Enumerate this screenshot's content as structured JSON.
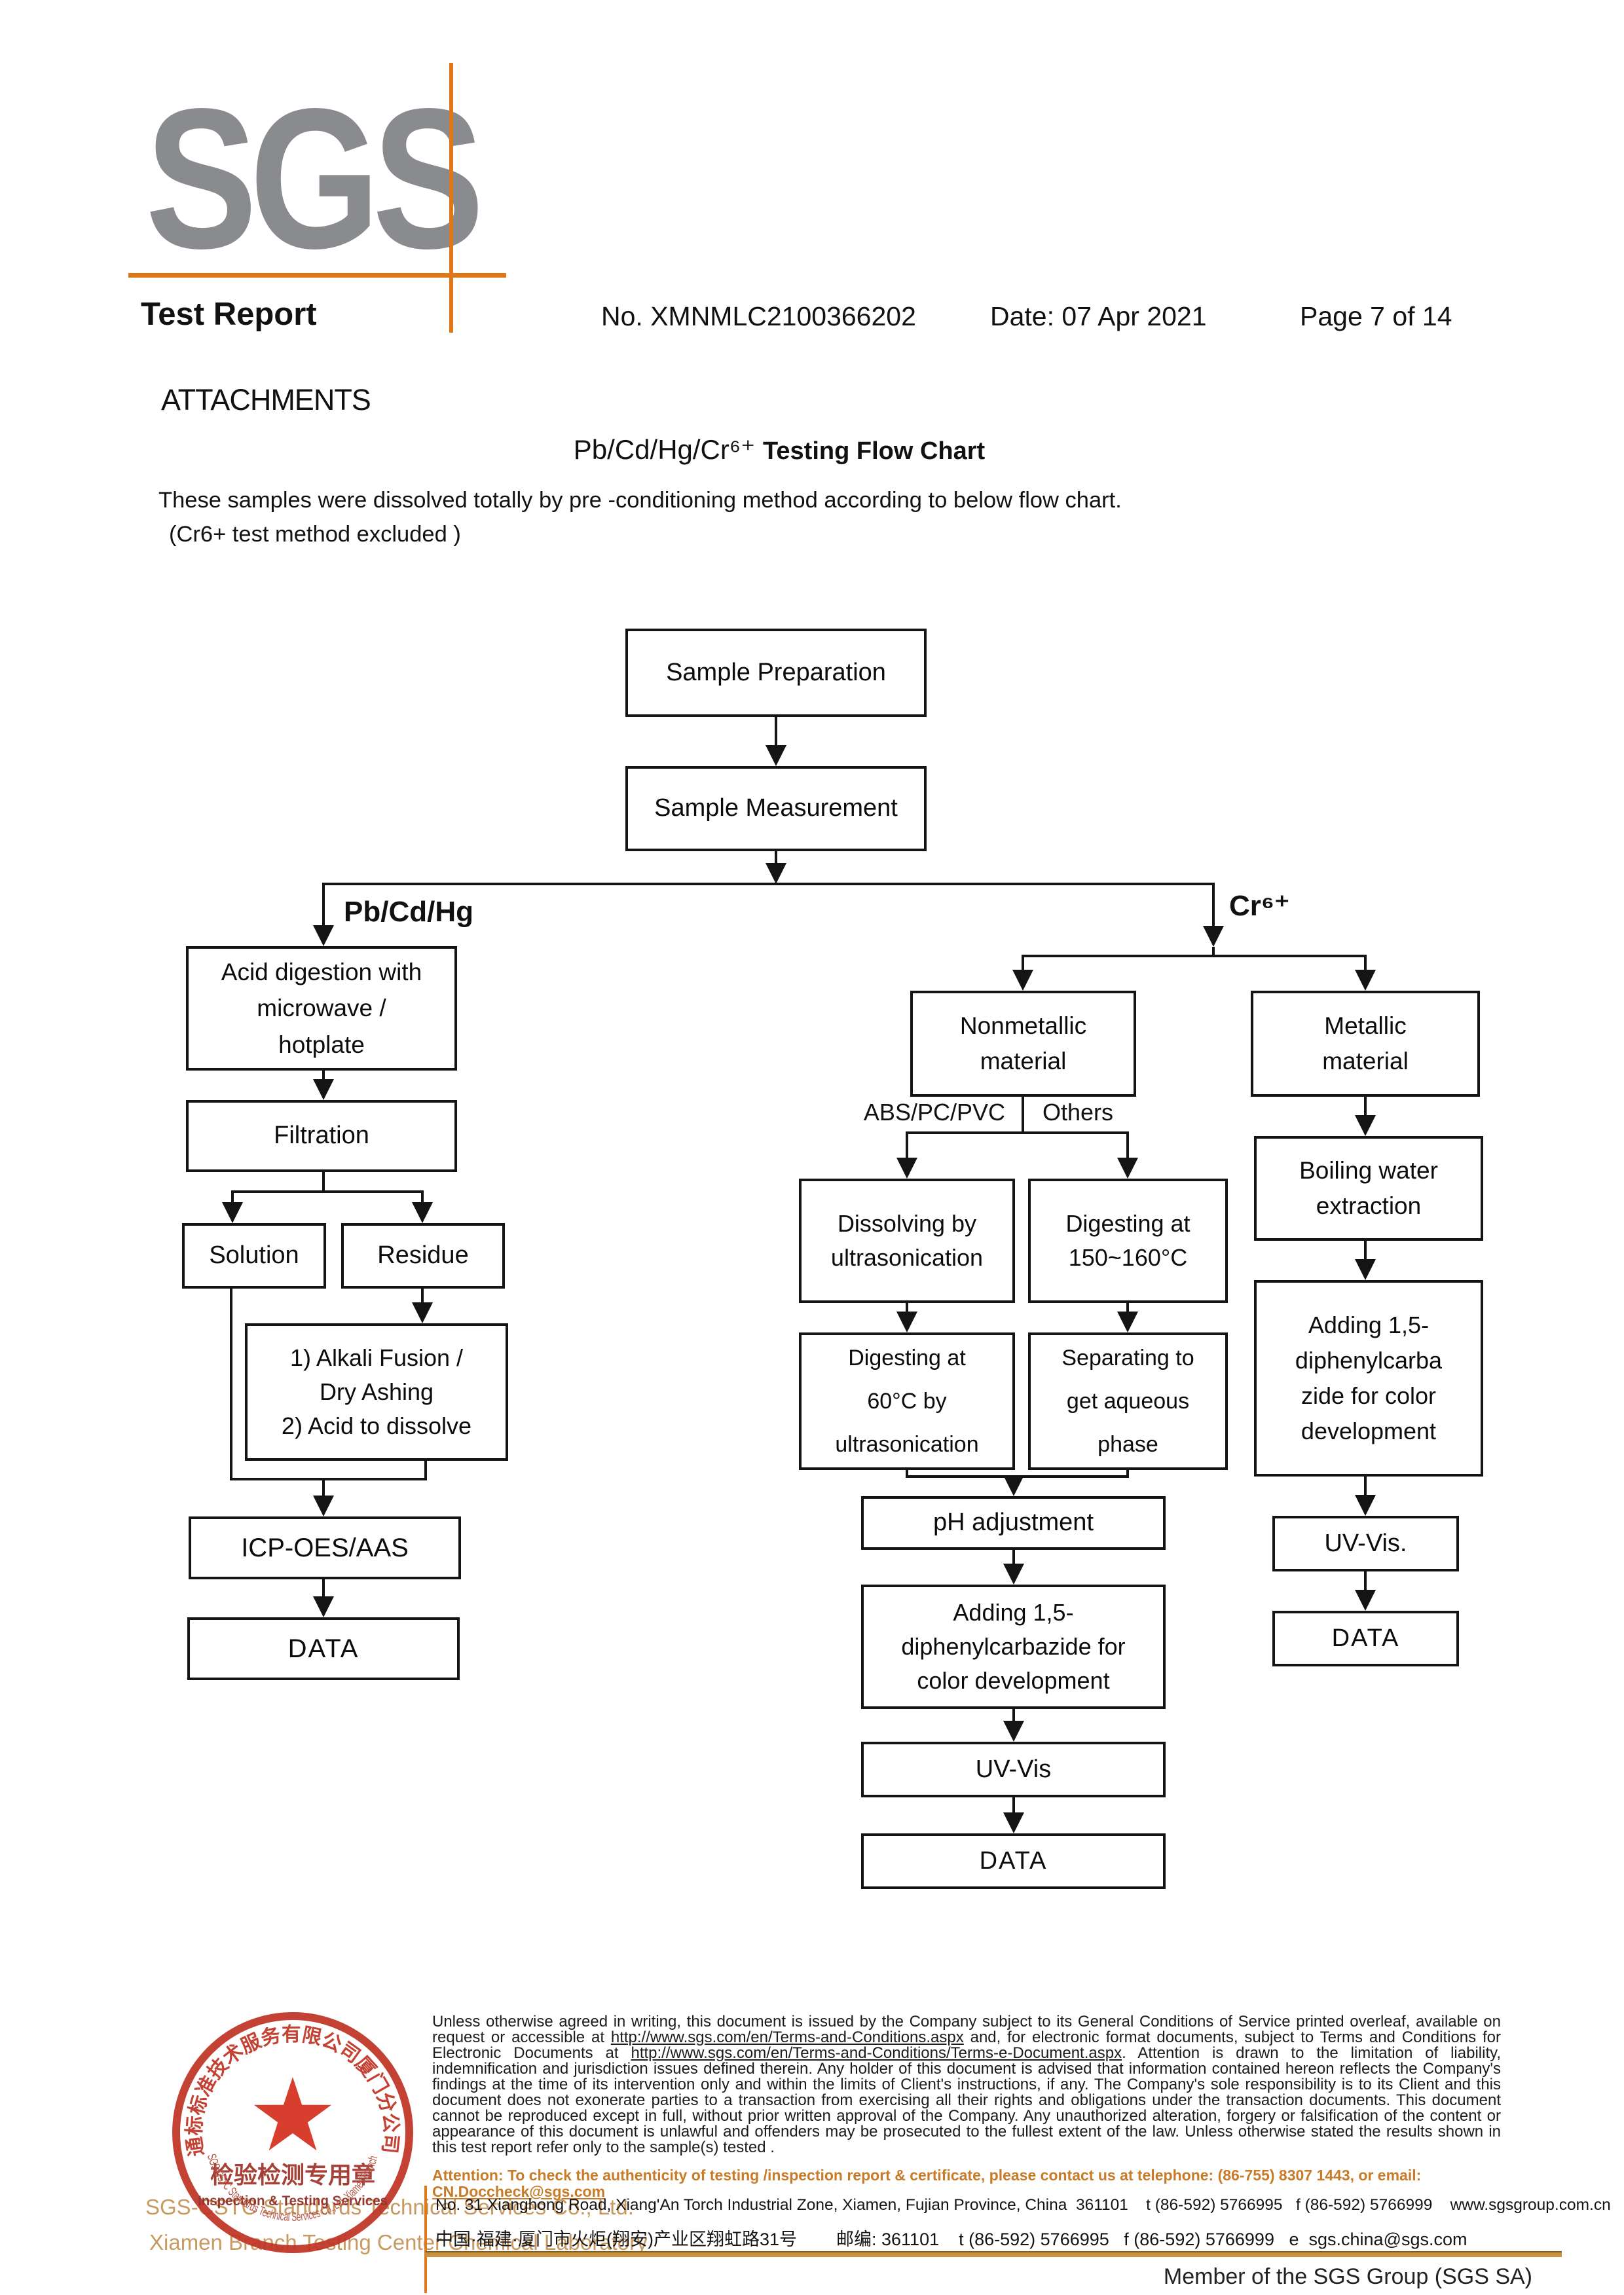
{
  "header": {
    "logo_text": "SGS",
    "doc_type": "Test Report",
    "report_no": "No. XMNMLC2100366202",
    "date": "Date: 07 Apr 2021",
    "page_info": "Page 7 of 14",
    "accent_orange": "#e07818",
    "logo_gray": "#8a8b8e"
  },
  "attachments": {
    "section_title": "ATTACHMENTS",
    "chart_title_main": "Pb/Cd/Hg/Cr⁶⁺",
    "chart_title_bold": "Testing Flow Chart",
    "intro_line1": "These samples were dissolved totally by pre -conditioning method according to below flow chart.",
    "intro_line2": "(Cr6+ test method excluded )"
  },
  "flowchart": {
    "branch_left_label": "Pb/Cd/Hg",
    "branch_right_label": "Cr⁶⁺",
    "sub_label_left": "ABS/PC/PVC",
    "sub_label_right": "Others",
    "nodes": {
      "sample_prep": "Sample Preparation",
      "sample_meas": "Sample Measurement",
      "acid_digestion": "Acid digestion with\nmicrowave /\nhotplate",
      "filtration": "Filtration",
      "solution": "Solution",
      "residue": "Residue",
      "alkali": "1) Alkali Fusion /\nDry Ashing\n2) Acid to dissolve",
      "icp": "ICP-OES/AAS",
      "data_left": "DATA",
      "nonmetallic": "Nonmetallic\nmaterial",
      "metallic": "Metallic\nmaterial",
      "dissolving": "Dissolving by\nultrasonication",
      "digesting150": "Digesting at\n150~160°C",
      "digesting60": "Digesting at\n60°C by\nultrasonication",
      "separating": "Separating to\nget aqueous\nphase",
      "ph": "pH adjustment",
      "adding_mid": "Adding 1,5-\ndiphenylcarbazide for\ncolor development",
      "uvvis_mid": "UV-Vis",
      "data_mid": "DATA",
      "boiling": "Boiling water\nextraction",
      "adding_right": "Adding 1,5-\ndiphenylcarba\nzide for color\ndevelopment",
      "uvvis_right": "UV-Vis.",
      "data_right": "DATA"
    }
  },
  "stamp": {
    "ring_cn": "通标标准技术服务有限公司厦门分公司",
    "center_cn": "检验检测专用章",
    "center_en": "Inspection & Testing Services",
    "arc_en": "SGS-CSTC Standards Technical Services Co.,Ltd. Xiamen Branch",
    "company_en_1": "SGS-CSTC Standards Technical Services Co., Ltd.",
    "company_en_2": "Xiamen Branch Testing Center Chemical Laboratory",
    "ring_color": "#c03425",
    "star_color": "#d6301f"
  },
  "footer": {
    "legal_p1": "Unless otherwise agreed in writing, this document is issued by the Company subject to its General Conditions of Service printed overleaf, available on request or accessible at ",
    "legal_url1": "http://www.sgs.com/en/Terms-and-Conditions.aspx",
    "legal_p2": " and, for electronic format documents, subject to Terms and Conditions for Electronic Documents at ",
    "legal_url2": "http://www.sgs.com/en/Terms-and-Conditions/Terms-e-Document.aspx",
    "legal_p3": ". Attention is drawn to the limitation of liability, indemnification and jurisdiction issues defined therein. Any holder of this document is advised that information contained hereon reflects the Company's findings at the time of its intervention only and within the limits of Client's instructions, if any. The Company's sole responsibility is to its Client and this document does not exonerate parties to a transaction from exercising all their rights and obligations under the transaction documents. This document cannot be reproduced except in full, without prior written approval of the Company. Any unauthorized alteration, forgery or falsification of the content or appearance of this document is unlawful and offenders may be prosecuted to the fullest extent of the law. Unless otherwise stated the results shown in this test report refer only to the sample(s) tested .",
    "attention_text": "Attention: To check the authenticity of testing /inspection report & certificate, please contact us at telephone: (86-755) 8307 1443, or email: ",
    "attention_email": "CN.Doccheck@sgs.com",
    "address_en": "No. 31 Xianghong Road, Xiang'An Torch Industrial Zone, Xiamen, Fujian Province, China  361101    t (86-592) 5766995   f (86-592) 5766999    www.sgsgroup.com.cn",
    "address_cn": "中国·福建·厦门市火炬(翔安)产业区翔虹路31号        邮编: 361101    t (86-592) 5766995   f (86-592) 5766999   e  sgs.china@sgs.com",
    "member_line": "Member of the SGS Group (SGS SA)"
  }
}
